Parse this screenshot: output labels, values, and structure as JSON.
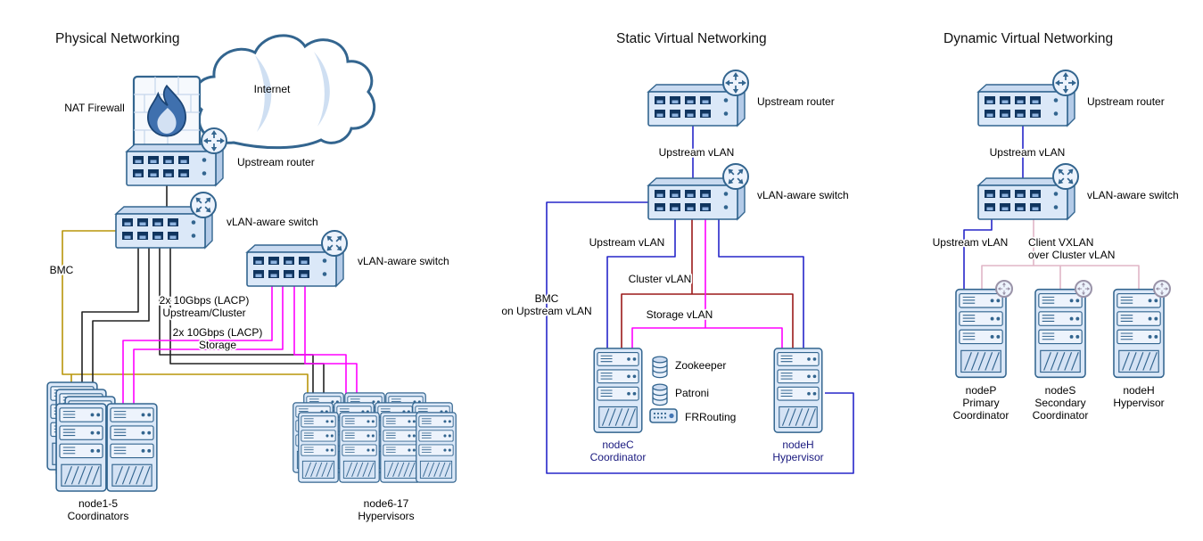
{
  "colors": {
    "outline": "#33658f",
    "shape_fill": "#dbe8f8",
    "port_fill": "#10355f",
    "port_inner": "#8fb4e0",
    "phys_wire": "#222222",
    "bmc_wire": "#b8950a",
    "storage_wire": "#ff00ff",
    "cluster_wire": "#9b1a1a",
    "upstream_wire": "#2626c9",
    "vxlan_wire": "#e0b6c6",
    "static_node_label": "#19197f"
  },
  "icons": {
    "internet_cloud_icon": "cloud outline",
    "nat_firewall_icon": "flame inside brick square",
    "router_badge_icon": "circle with four outward arrows",
    "switch_badge_icon": "circle with crossed diagonal arrows",
    "switch_device_icon": "rack switch with port squares",
    "server_icon": "rack server tower with vents and hatch",
    "database_icon": "cylinder",
    "frrouting_icon": "small routing device with dot grid",
    "overlay_plus_icon": "circle with plus arrows"
  },
  "physical": {
    "title": "Physical Networking",
    "internet_label": "Internet",
    "nat_firewall_label": "NAT Firewall",
    "upstream_router_label": "Upstream router",
    "vlan_switch_upper_label": "vLAN-aware switch",
    "vlan_switch_lower_label": "vLAN-aware switch",
    "bmc_label": "BMC",
    "lacp_upstream_lines": [
      "2x 10Gbps (LACP)",
      "Upstream/Cluster"
    ],
    "lacp_storage_lines": [
      "2x 10Gbps (LACP)",
      "Storage"
    ],
    "coordinators_lines": [
      "node1-5",
      "Coordinators"
    ],
    "hypervisors_lines": [
      "node6-17",
      "Hypervisors"
    ]
  },
  "static_virtual": {
    "title": "Static Virtual Networking",
    "upstream_router_label": "Upstream router",
    "upstream_vlan_link_label": "Upstream vLAN",
    "vlan_switch_label": "vLAN-aware switch",
    "upstream_vlan_label": "Upstream vLAN",
    "cluster_vlan_label": "Cluster vLAN",
    "storage_vlan_label": "Storage vLAN",
    "bmc_lines": [
      "BMC",
      "on Upstream vLAN"
    ],
    "services": [
      "Zookeeper",
      "Patroni",
      "FRRouting"
    ],
    "nodec_lines": [
      "nodeC",
      "Coordinator"
    ],
    "nodeh_lines": [
      "nodeH",
      "Hypervisor"
    ]
  },
  "dynamic_virtual": {
    "title": "Dynamic Virtual Networking",
    "upstream_router_label": "Upstream router",
    "upstream_vlan_link_label": "Upstream vLAN",
    "vlan_switch_label": "vLAN-aware switch",
    "upstream_vlan_label": "Upstream vLAN",
    "client_vxlan_lines": [
      "Client VXLAN",
      "over Cluster vLAN"
    ],
    "nodep_lines": [
      "nodeP",
      "Primary",
      "Coordinator"
    ],
    "nodes_lines": [
      "nodeS",
      "Secondary",
      "Coordinator"
    ],
    "nodeh_lines": [
      "nodeH",
      "Hypervisor"
    ]
  }
}
